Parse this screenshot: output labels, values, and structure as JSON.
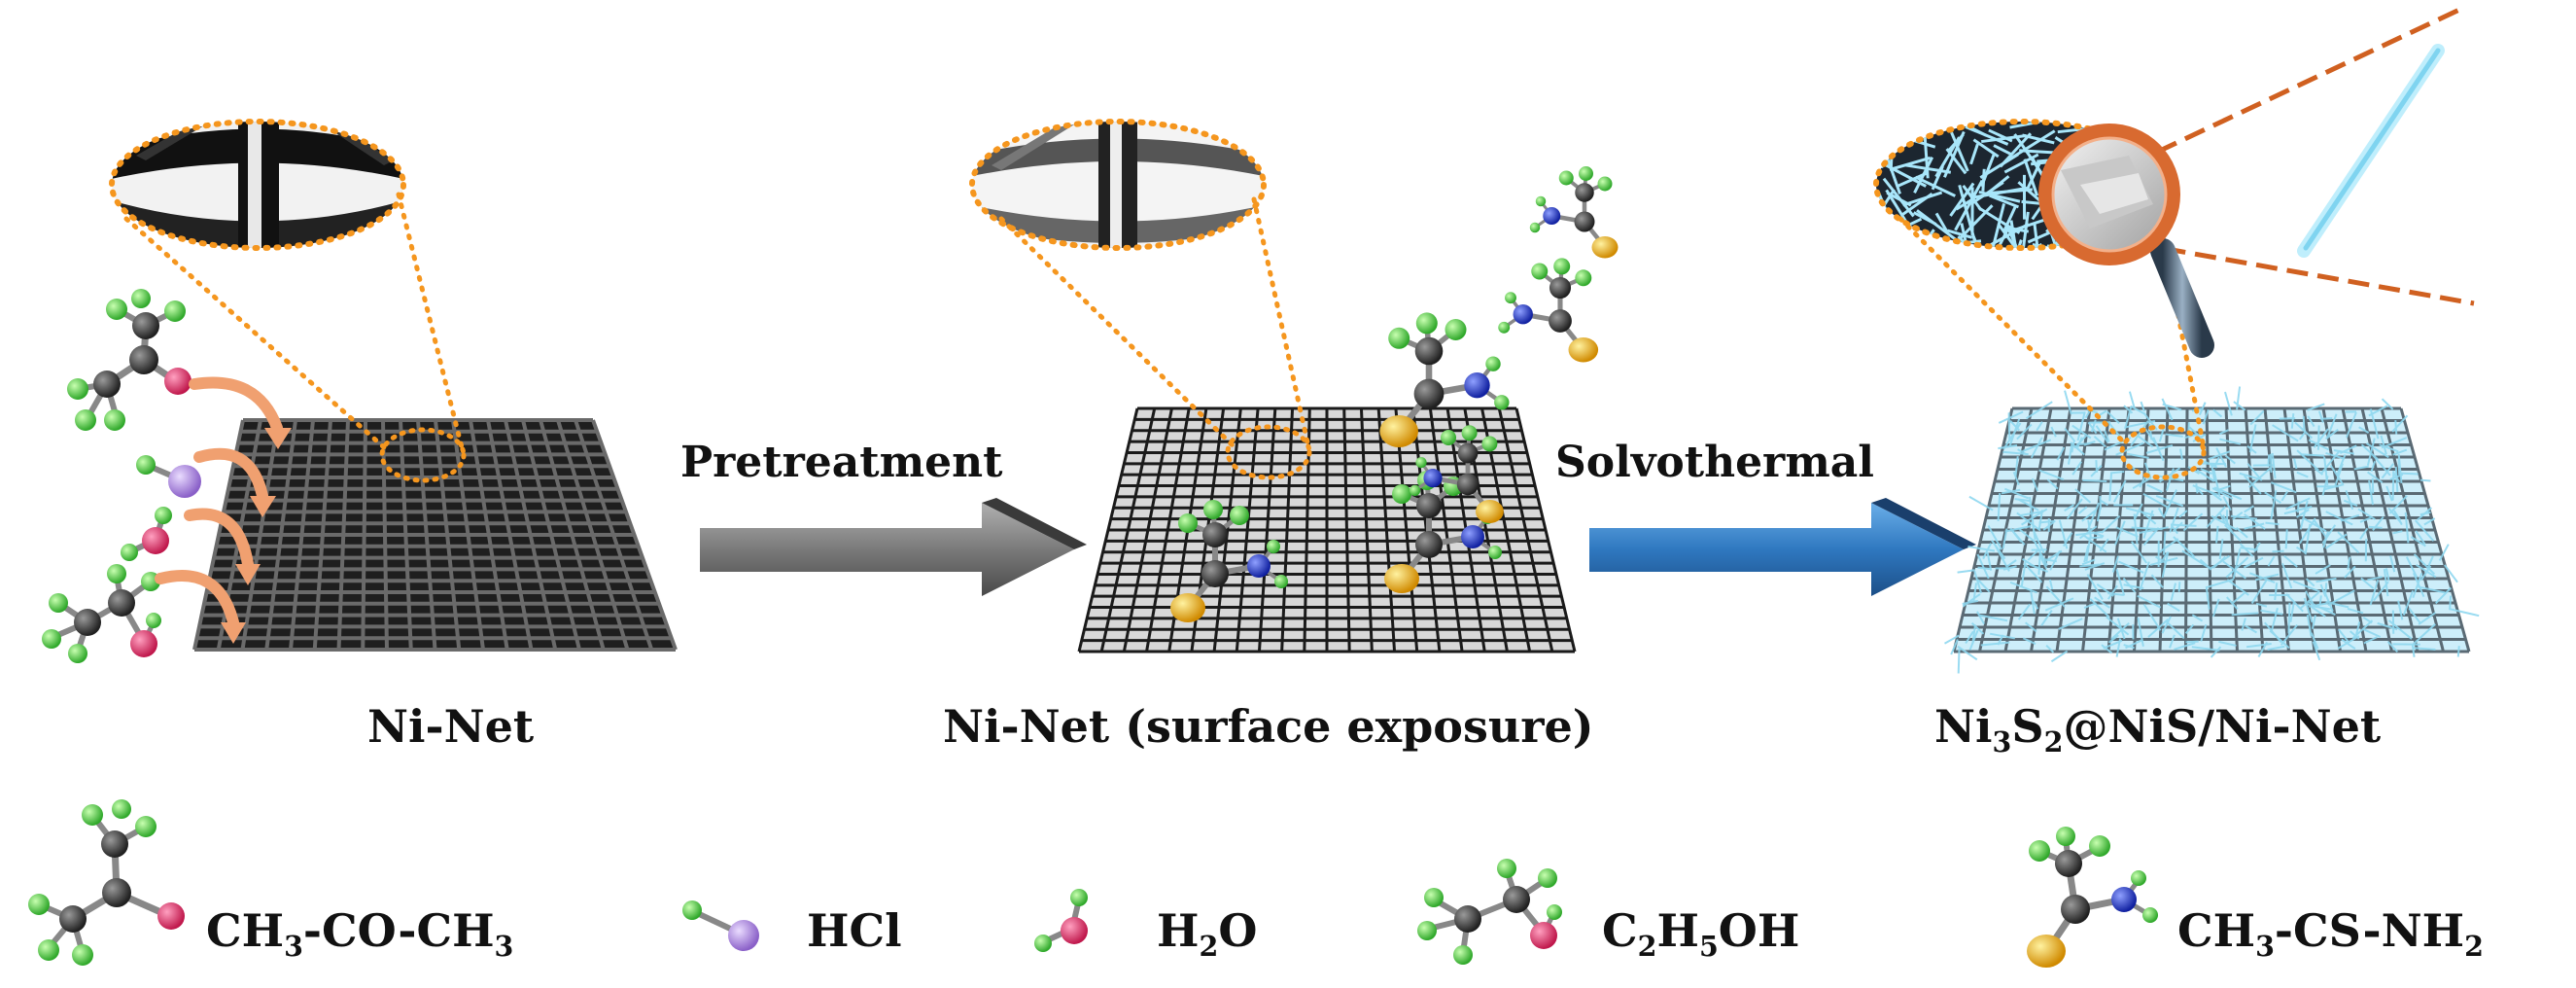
{
  "process": {
    "step1": "Pretreatment",
    "step2": "Solvothermal"
  },
  "nets": {
    "label1": "Ni-Net",
    "label2": "Ni-Net (surface exposure)",
    "label3_pre1": "Ni",
    "label3_sub1": "3",
    "label3_pre2": "S",
    "label3_sub2": "2",
    "label3_post": "@NiS/Ni-Net"
  },
  "legend": {
    "acetone": {
      "p1": "CH",
      "s1": "3",
      "p2": "-CO-CH",
      "s2": "3"
    },
    "hcl": {
      "text": "HCl"
    },
    "water": {
      "p1": "H",
      "s1": "2",
      "p2": "O"
    },
    "ethanol": {
      "p1": "C",
      "s1": "2",
      "p2": "H",
      "s2": "5",
      "p3": "OH"
    },
    "thioacetamide": {
      "p1": "CH",
      "s1": "3",
      "p2": "-CS-NH",
      "s2": "2"
    }
  },
  "colors": {
    "carbon": "#3a3a3a",
    "hydrogen": "#5fd34f",
    "oxygen": "#e0306a",
    "chlorine": "#b48ee8",
    "sulfur": "#f0b400",
    "nitrogen": "#2030d0",
    "orange_dots": "#f5961e",
    "arrow_gray": "#808080",
    "arrow_blue": "#3a82c8",
    "nanowire_blue": "#8fd8f0",
    "magnifier_rim": "#e07030"
  }
}
